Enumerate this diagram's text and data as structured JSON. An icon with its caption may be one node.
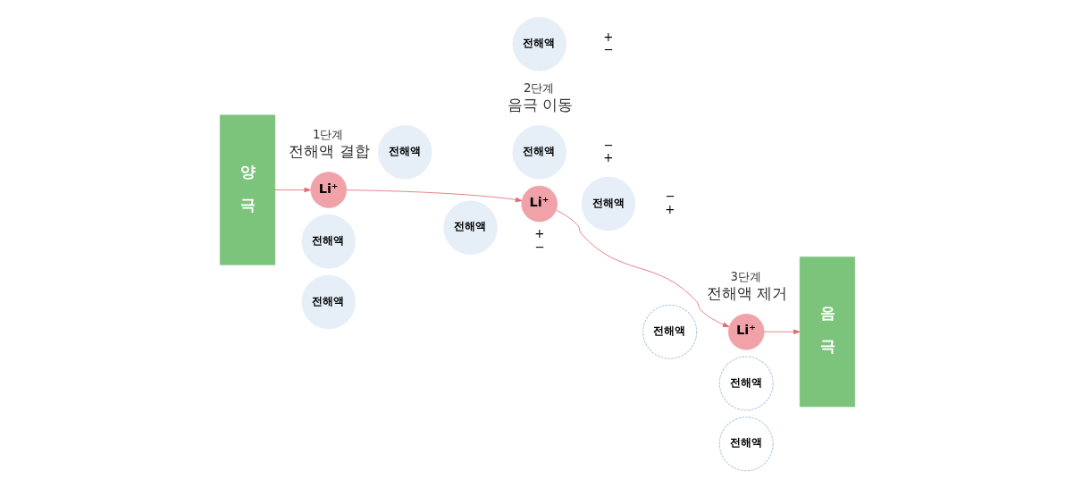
{
  "diagram": {
    "nodes": [
      {
        "text": [
          "양극"
        ]
      },
      {
        "text": [
          "Li⁺"
        ]
      },
      {
        "text": [
          "전해액"
        ]
      },
      {
        "text": [
          "전해액"
        ]
      },
      {
        "text": [
          "전해액"
        ]
      },
      {
        "text": [
          "전해액"
        ],
        "beside": [
          "+",
          "−"
        ]
      },
      {
        "text": [
          "전해액"
        ],
        "beside": [
          "+",
          "−"
        ]
      },
      {
        "text": [
          "Li⁺"
        ]
      },
      {
        "text": [
          "전해액"
        ],
        "beside": [
          "−",
          "+"
        ]
      },
      {
        "text": [
          "전해액"
        ],
        "beside": [
          "−",
          "+"
        ]
      },
      {
        "text": [
          "전해액"
        ]
      },
      {
        "text": [
          "전해액"
        ]
      },
      {
        "text": [
          "Li⁺"
        ]
      },
      {
        "text": [
          "전해액"
        ]
      },
      {
        "text": [
          "음극"
        ]
      }
    ],
    "edges": [
      {
        "from": 0,
        "to": 1,
        "arrow": "to"
      },
      {
        "from": 1,
        "to": 7,
        "arrow": "to"
      },
      {
        "from": 7,
        "to": 12,
        "arrow": "to"
      },
      {
        "from": 12,
        "to": 14,
        "arrow": "to"
      }
    ],
    "labels": [
      "1단계",
      "전해액 결합",
      "2단계",
      "음극 이동",
      "3단계",
      "전해액 제거"
    ]
  }
}
